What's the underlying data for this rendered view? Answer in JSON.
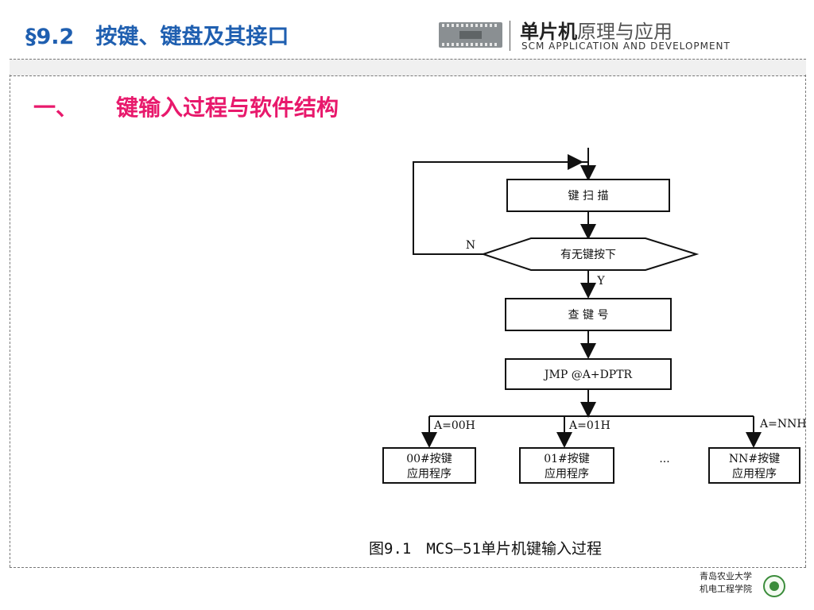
{
  "header": {
    "section_title": "§9.2　按键、键盘及其接口",
    "brand_cn_bold": "单片机",
    "brand_cn_rest": "原理与应用",
    "brand_en": "SCM APPLICATION AND DEVELOPMENT"
  },
  "section": {
    "number": "一、",
    "title": "键输入过程与软件结构"
  },
  "flowchart": {
    "steps": {
      "scan": "键 扫 描",
      "decision": "有无键按下",
      "lookup": "查 键 号",
      "jump": "JMP @A+DPTR"
    },
    "labels": {
      "no": "N",
      "yes": "Y"
    },
    "branches": [
      {
        "condition": "A=00H",
        "line1": "00#按键",
        "line2": "应用程序"
      },
      {
        "condition": "A=01H",
        "line1": "01#按键",
        "line2": "应用程序"
      },
      {
        "condition": "A=NNH",
        "line1": "NN#按键",
        "line2": "应用程序"
      }
    ],
    "ellipsis": "···"
  },
  "caption": "图9.1　MCS–51单片机键输入过程",
  "footer": {
    "university": "青岛农业大学",
    "college": "机电工程学院"
  }
}
